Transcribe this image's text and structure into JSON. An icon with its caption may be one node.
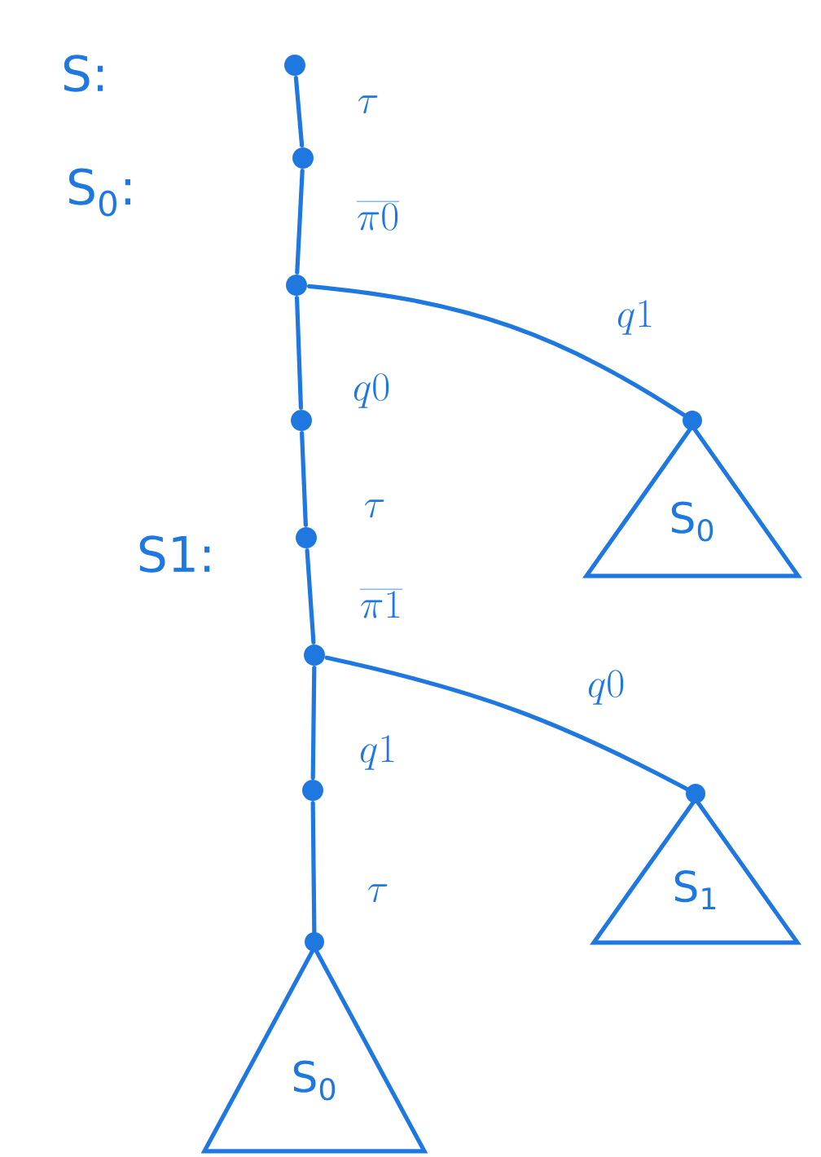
{
  "diagram": {
    "nodes": [
      {
        "text": [],
        "shape": "circle",
        "beside": [
          "S:"
        ]
      },
      {
        "text": [],
        "shape": "circle",
        "beside": [
          "S$_{0}$:"
        ]
      },
      {
        "text": [],
        "shape": "circle"
      },
      {
        "text": [],
        "shape": "circle"
      },
      {
        "text": [
          "S$_{0}$"
        ]
      },
      {
        "text": [],
        "shape": "circle",
        "beside": [
          "S1:"
        ]
      },
      {
        "text": [],
        "shape": "circle"
      },
      {
        "text": [
          "S$_{1}$"
        ]
      },
      {
        "text": [],
        "shape": "circle"
      },
      {
        "text": [
          "S$_{0}$"
        ]
      }
    ],
    "edges": [
      {
        "from": 0,
        "to": 1,
        "arrow": "none",
        "label": "\\tau"
      },
      {
        "from": 1,
        "to": 2,
        "arrow": "none",
        "label": "\\overline{\\pi 0}"
      },
      {
        "from": 2,
        "to": 3,
        "arrow": "none",
        "label": "q0"
      },
      {
        "from": 2,
        "to": 4,
        "arrow": "none",
        "label": "q1"
      },
      {
        "from": 3,
        "to": 5,
        "arrow": "none",
        "label": "\\tau"
      },
      {
        "from": 5,
        "to": 6,
        "arrow": "none",
        "label": "\\overline{\\pi 1}"
      },
      {
        "from": 6,
        "to": 8,
        "arrow": "none",
        "label": "q1"
      },
      {
        "from": 6,
        "to": 7,
        "arrow": "none",
        "label": "q0"
      },
      {
        "from": 8,
        "to": 9,
        "arrow": "none",
        "label": "\\tau"
      }
    ]
  }
}
